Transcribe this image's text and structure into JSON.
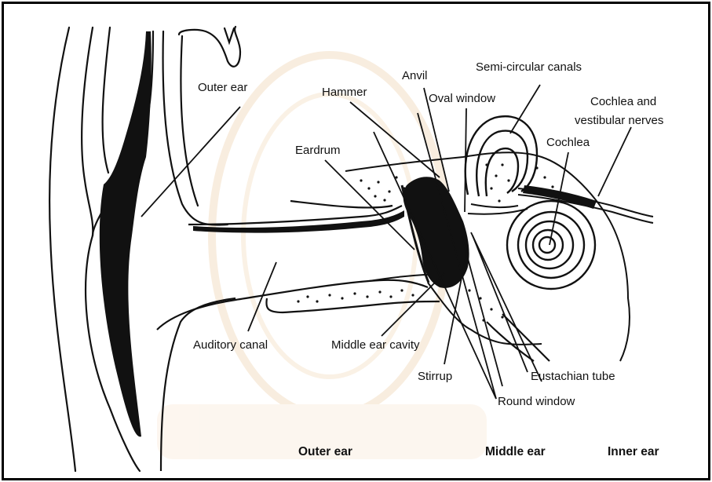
{
  "labels": {
    "outer_ear": "Outer ear",
    "hammer": "Hammer",
    "anvil": "Anvil",
    "oval_window": "Oval window",
    "semicircular_canals": "Semi-circular canals",
    "cochlea_nerves_line1": "Cochlea and",
    "cochlea_nerves_line2": "vestibular nerves",
    "eardrum": "Eardrum",
    "cochlea": "Cochlea",
    "auditory_canal": "Auditory canal",
    "middle_ear_cavity": "Middle ear cavity",
    "stirrup": "Stirrup",
    "eustachian_tube": "Eustachian tube",
    "round_window": "Round window"
  },
  "regions": {
    "outer": "Outer ear",
    "middle": "Middle ear",
    "inner": "Inner ear"
  },
  "colors": {
    "ink": "#111111",
    "watermark": "#f3d9b6"
  }
}
